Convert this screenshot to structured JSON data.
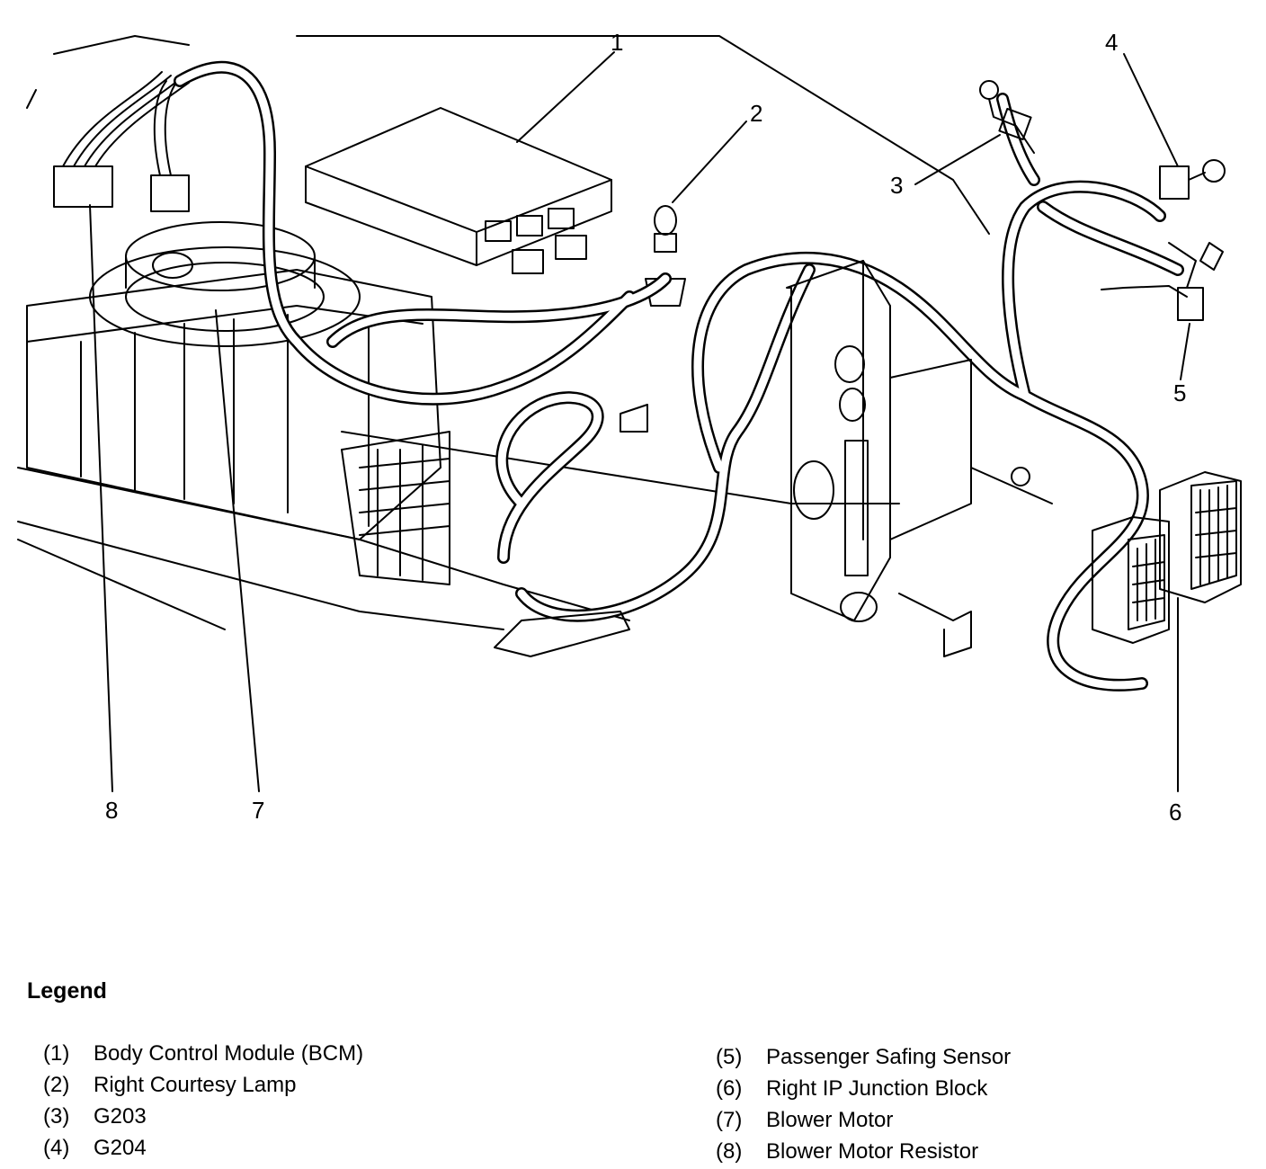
{
  "callouts": [
    "1",
    "2",
    "3",
    "4",
    "5",
    "6",
    "7",
    "8"
  ],
  "legend": {
    "title": "Legend",
    "items": [
      {
        "num": "(1)",
        "label": "Body Control Module (BCM)"
      },
      {
        "num": "(2)",
        "label": "Right Courtesy Lamp"
      },
      {
        "num": "(3)",
        "label": "G203"
      },
      {
        "num": "(4)",
        "label": "G204"
      },
      {
        "num": "(5)",
        "label": "Passenger Safing Sensor"
      },
      {
        "num": "(6)",
        "label": "Right IP Junction Block"
      },
      {
        "num": "(7)",
        "label": "Blower Motor"
      },
      {
        "num": "(8)",
        "label": "Blower Motor Resistor"
      }
    ]
  }
}
